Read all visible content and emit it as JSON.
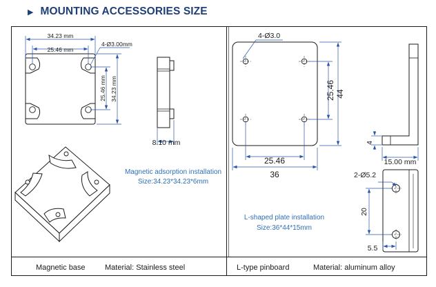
{
  "header": {
    "title": "MOUNTING ACCESSORIES SIZE"
  },
  "magnetic_base": {
    "dim_outer_width": "34.23 mm",
    "dim_hole_spacing_width": "25.46 mm",
    "dim_hole": "4-Ø3.00mm",
    "dim_hole_spacing_height": "25.46 mm",
    "dim_outer_height": "34.23 mm",
    "dim_thickness": "8.10 mm",
    "caption_line1": "Magnetic adsorption installation",
    "caption_line2": "Size:34.23*34.23*6mm"
  },
  "l_plate": {
    "dim_hole": "4-Ø3.0",
    "dim_hole_spacing_height": "25.46",
    "dim_height": "44",
    "dim_hole_spacing_width": "25.46",
    "dim_width": "36",
    "dim_side_thickness": "4",
    "dim_side_depth": "15.00 mm",
    "dim_slot": "2-Ø5.2",
    "dim_slot_spacing": "20",
    "dim_slot_offset": "5.5",
    "caption_line1": "L-shaped plate installation",
    "caption_line2": "Size:36*44*15mm"
  },
  "footer": {
    "left_name": "Magnetic base",
    "left_material": "Material: Stainless steel",
    "right_name": "L-type pinboard",
    "right_material": "Material: aluminum alloy"
  },
  "colors": {
    "header": "#1f3f78",
    "caption": "#2f6fb5",
    "dimension": "#2a56a8",
    "line": "#1a1a1a"
  }
}
